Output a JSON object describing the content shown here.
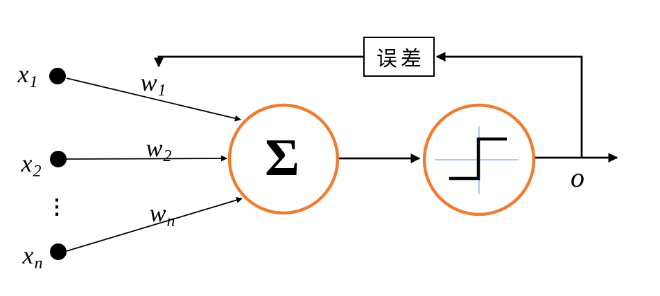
{
  "colors": {
    "background": "#ffffff",
    "node_stroke": "#ED7D31",
    "line": "#000000",
    "axis_blue": "#9DC3E6",
    "text": "#000000"
  },
  "inputs": [
    {
      "label_base": "x",
      "label_sub": "1",
      "weight_base": "w",
      "weight_sub": "1"
    },
    {
      "label_base": "x",
      "label_sub": "2",
      "weight_base": "w",
      "weight_sub": "2"
    },
    {
      "label_base": "x",
      "label_sub": "n",
      "weight_base": "w",
      "weight_sub": "n"
    }
  ],
  "ellipsis": "⋮",
  "sum_node": {
    "symbol": "Σ"
  },
  "error_box": {
    "label": "误差"
  },
  "output": {
    "label": "o"
  }
}
